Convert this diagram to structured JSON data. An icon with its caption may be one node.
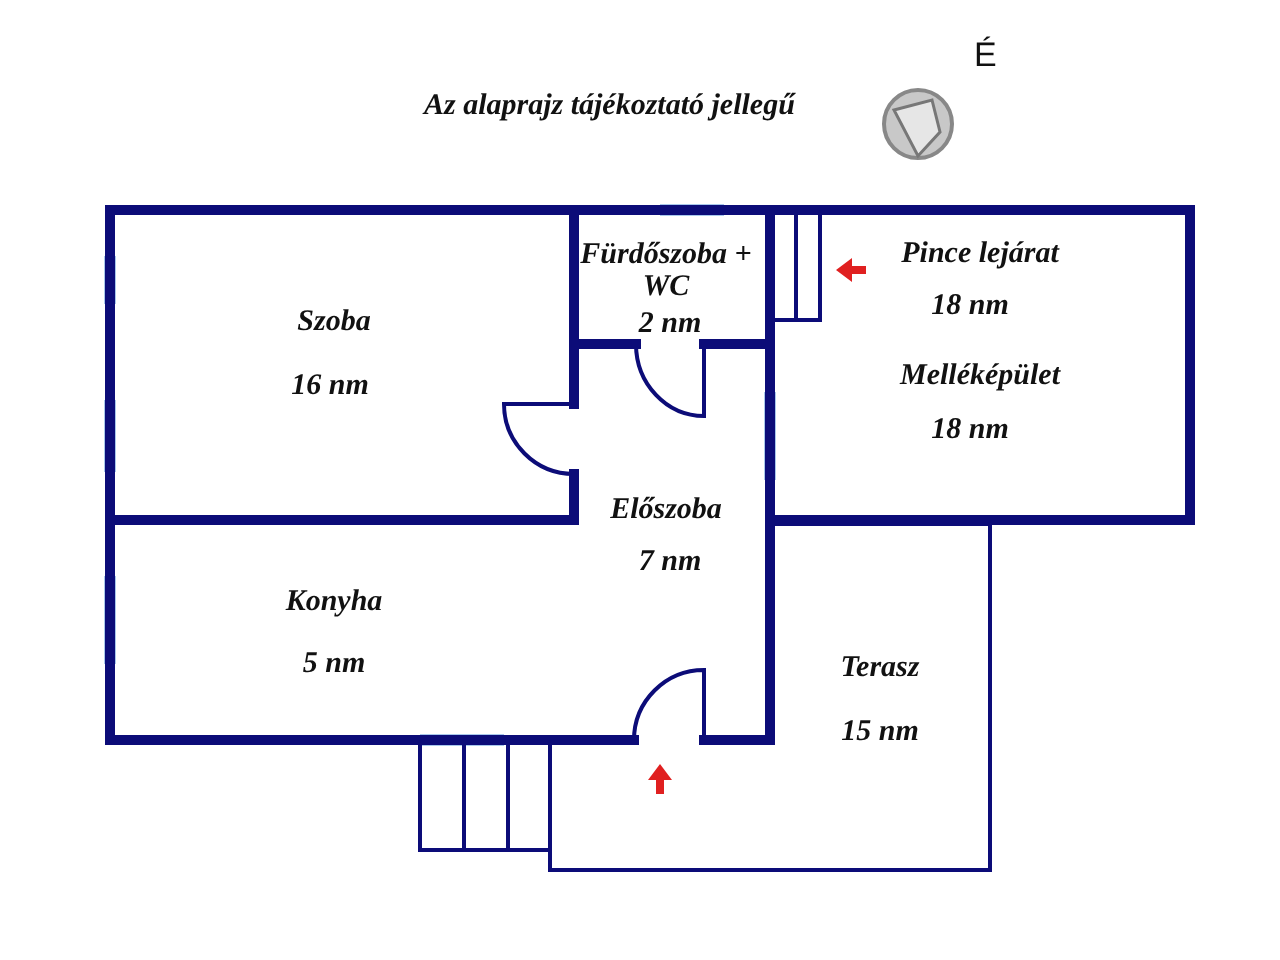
{
  "diagram": {
    "title": "Az alaprajz tájékoztató jellegű",
    "nodes": [
      {
        "text": [
          "Szoba",
          "16 nm"
        ]
      },
      {
        "text": [
          "Fürdőszoba + WC",
          "2 nm"
        ]
      },
      {
        "text": [
          "Pince lejárat",
          "18 nm",
          "Melléképület",
          "18 nm"
        ]
      },
      {
        "text": [
          "Előszoba",
          "7 nm"
        ]
      },
      {
        "text": [
          "Konyha",
          "5 nm"
        ]
      },
      {
        "text": [
          "Terasz",
          "15 nm"
        ]
      }
    ],
    "labels": [
      "É"
    ]
  }
}
